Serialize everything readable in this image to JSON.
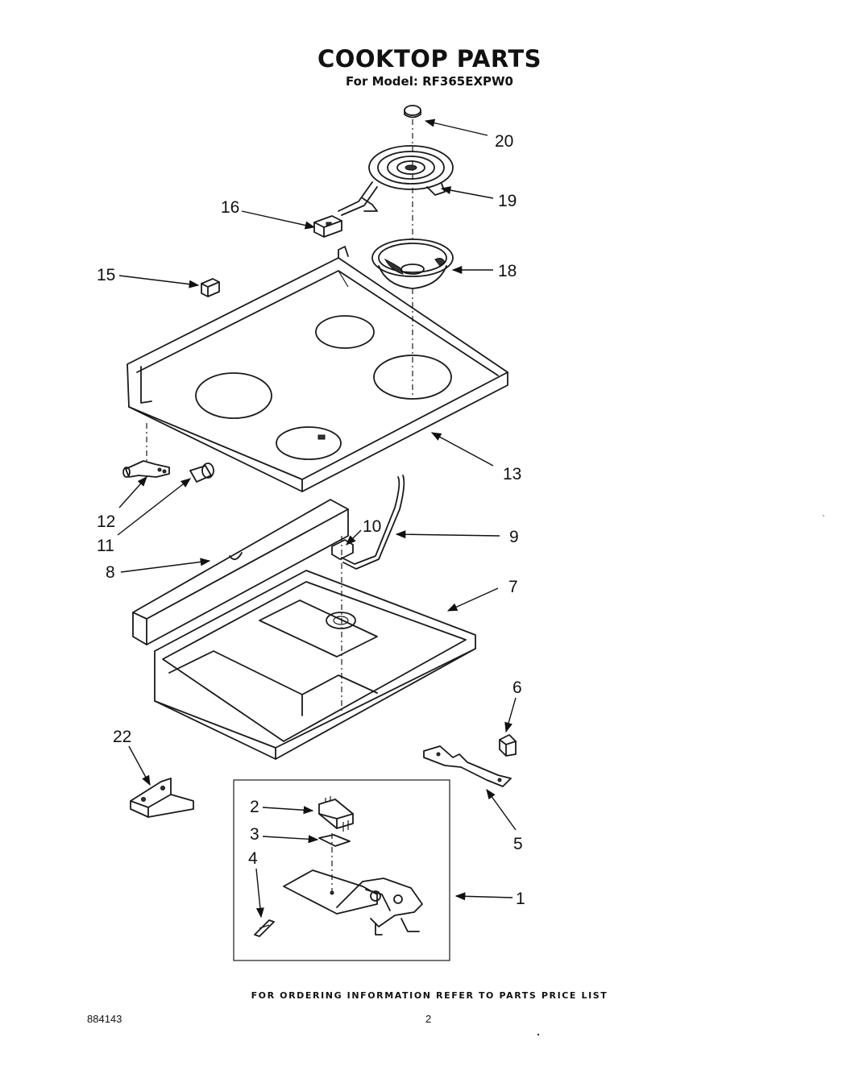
{
  "title": "COOKTOP PARTS",
  "subtitle": "For Model: RF365EXPW0",
  "footer_note": "FOR ORDERING INFORMATION REFER TO PARTS PRICE LIST",
  "doc_number": "884143",
  "page_number": "2",
  "callouts": {
    "c1": "1",
    "c2": "2",
    "c3": "3",
    "c4": "4",
    "c5": "5",
    "c6": "6",
    "c7": "7",
    "c8": "8",
    "c9": "9",
    "c10": "10",
    "c11": "11",
    "c12": "12",
    "c13": "13",
    "c15": "15",
    "c16": "16",
    "c18": "18",
    "c19": "19",
    "c20": "20",
    "c22": "22"
  }
}
